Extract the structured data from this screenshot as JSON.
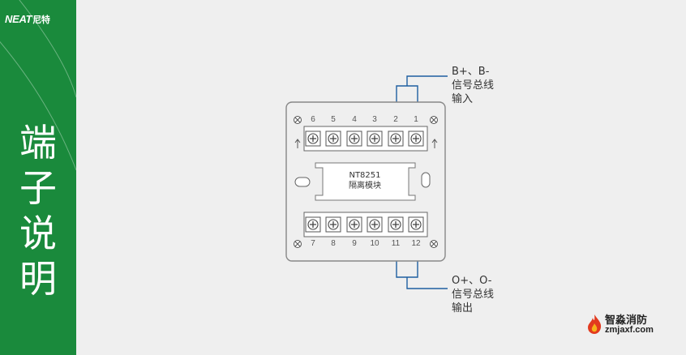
{
  "brand": {
    "logo_latin": "NEAT",
    "logo_cn": "尼特"
  },
  "sidebar_title": [
    "端",
    "子",
    "说",
    "明"
  ],
  "module": {
    "model": "NT8251",
    "name": "隔离模块"
  },
  "terminals_top": [
    "6",
    "5",
    "4",
    "3",
    "2",
    "1"
  ],
  "terminals_bottom": [
    "7",
    "8",
    "9",
    "10",
    "11",
    "12"
  ],
  "input_label": [
    "B+、B-",
    "信号总线",
    "输入"
  ],
  "output_label": [
    "O+、O-",
    "信号总线",
    "输出"
  ],
  "watermark": {
    "name": "智淼消防",
    "url": "zmjaxf.com"
  },
  "colors": {
    "sidebar": "#1a8a3c",
    "wire": "#1f5fa0",
    "outline": "#888888"
  },
  "icons": [
    "screw-icon",
    "arrow-up-icon",
    "flame-icon"
  ]
}
